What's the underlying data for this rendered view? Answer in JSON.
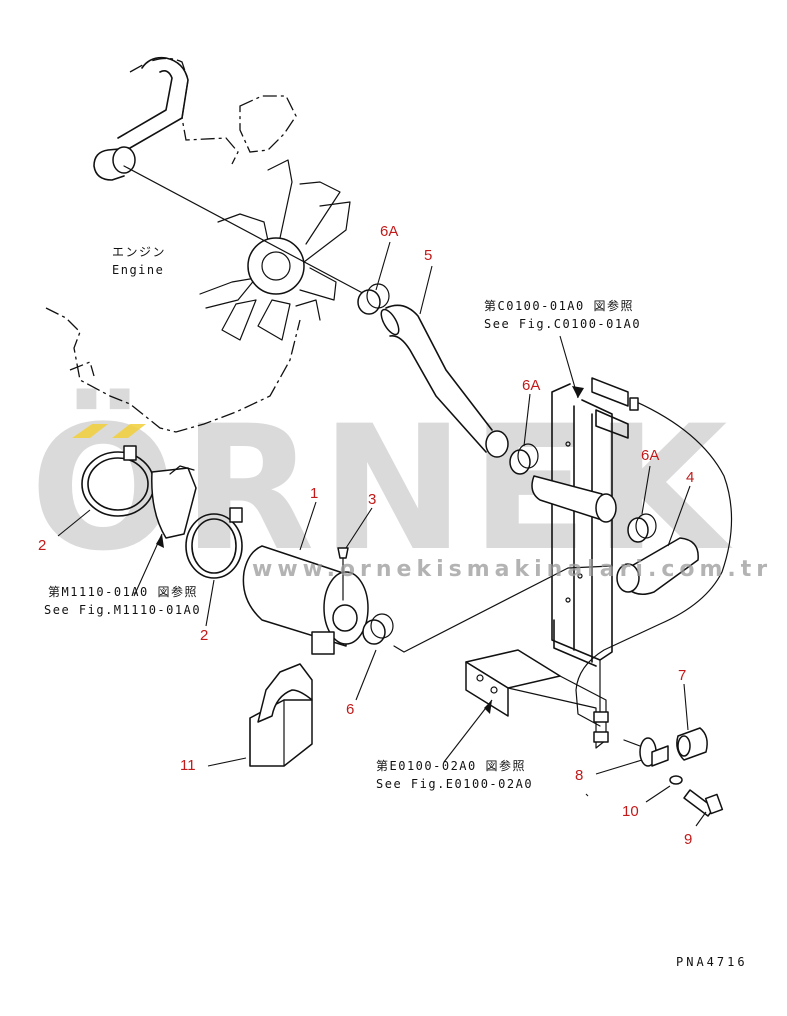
{
  "watermark": {
    "brand": "ÖRNEK",
    "url": "www.ornekismakinalari.com.tr",
    "accent_color": "#f2cf3a"
  },
  "engine_label": {
    "jp": "エンジン",
    "en": "Engine"
  },
  "references": [
    {
      "jp": "第C0100-01A0 図参照",
      "en": "See Fig.C0100-01A0"
    },
    {
      "jp": "第M1110-01A0 図参照",
      "en": "See Fig.M1110-01A0"
    },
    {
      "jp": "第E0100-02A0 図参照",
      "en": "See Fig.E0100-02A0"
    }
  ],
  "callouts": [
    {
      "id": "6a-top",
      "label": "6A"
    },
    {
      "id": "5",
      "label": "5"
    },
    {
      "id": "6a-mid",
      "label": "6A"
    },
    {
      "id": "6a-right",
      "label": "6A"
    },
    {
      "id": "4",
      "label": "4"
    },
    {
      "id": "1",
      "label": "1"
    },
    {
      "id": "3",
      "label": "3"
    },
    {
      "id": "2-left",
      "label": "2"
    },
    {
      "id": "2-mid",
      "label": "2"
    },
    {
      "id": "6",
      "label": "6"
    },
    {
      "id": "7",
      "label": "7"
    },
    {
      "id": "8",
      "label": "8"
    },
    {
      "id": "10",
      "label": "10"
    },
    {
      "id": "9",
      "label": "9"
    },
    {
      "id": "11",
      "label": "11"
    }
  ],
  "drawing_code": "PNA4716",
  "colors": {
    "callout": "#c21a1a",
    "line": "#111111"
  }
}
